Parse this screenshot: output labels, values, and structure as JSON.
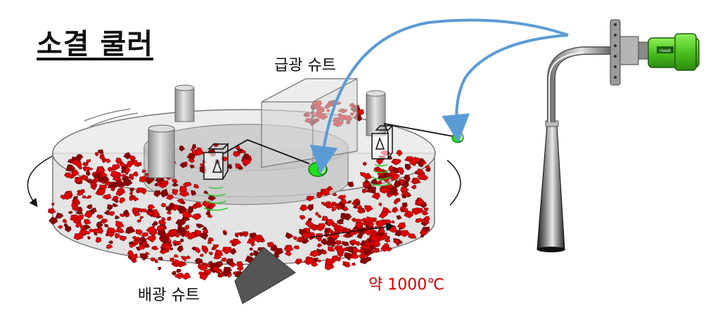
{
  "title": "소결 쿨러",
  "labels": {
    "feed_chute": "급광 슈트",
    "discharge_chute": "배광 슈트",
    "temperature": "약 1000℃"
  },
  "device": {
    "brand_text": "Hawk"
  },
  "colors": {
    "ore": "#e00000",
    "ore_dark": "#8a0000",
    "sensor": "#22dd22",
    "arrow": "#5b9bd5",
    "temperature_text": "#d40000",
    "housing": "#5fcf2e"
  }
}
